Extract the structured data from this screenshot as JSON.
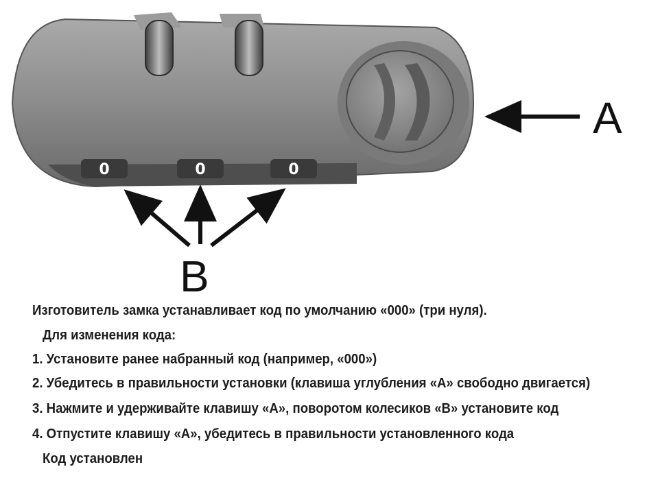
{
  "labels": {
    "key_label": "A",
    "wheels_label": "B"
  },
  "wheels": [
    {
      "digit": "0"
    },
    {
      "digit": "0"
    },
    {
      "digit": "0"
    }
  ],
  "colors": {
    "lock_body": "#8e8e8e",
    "lock_shadow": "#5c5c5c",
    "arrow": "#111111",
    "text": "#1c1c1c"
  },
  "instructions": {
    "intro": "Изготовитель замка устанавливает код по умолчанию «000» (три нуля).",
    "heading": "Для изменения кода:",
    "steps": [
      "1. Установите ранее набранный код (например, «000»)",
      "2. Убедитесь в правильности установки (клавиша углубления «А» свободно двигается)",
      "3. Нажмите и удерживайте клавишу «А», поворотом колесиков «В» установите код",
      "4. Отпустите клавишу «А», убедитесь в правильности установленного кода"
    ],
    "footer": "Код установлен"
  }
}
